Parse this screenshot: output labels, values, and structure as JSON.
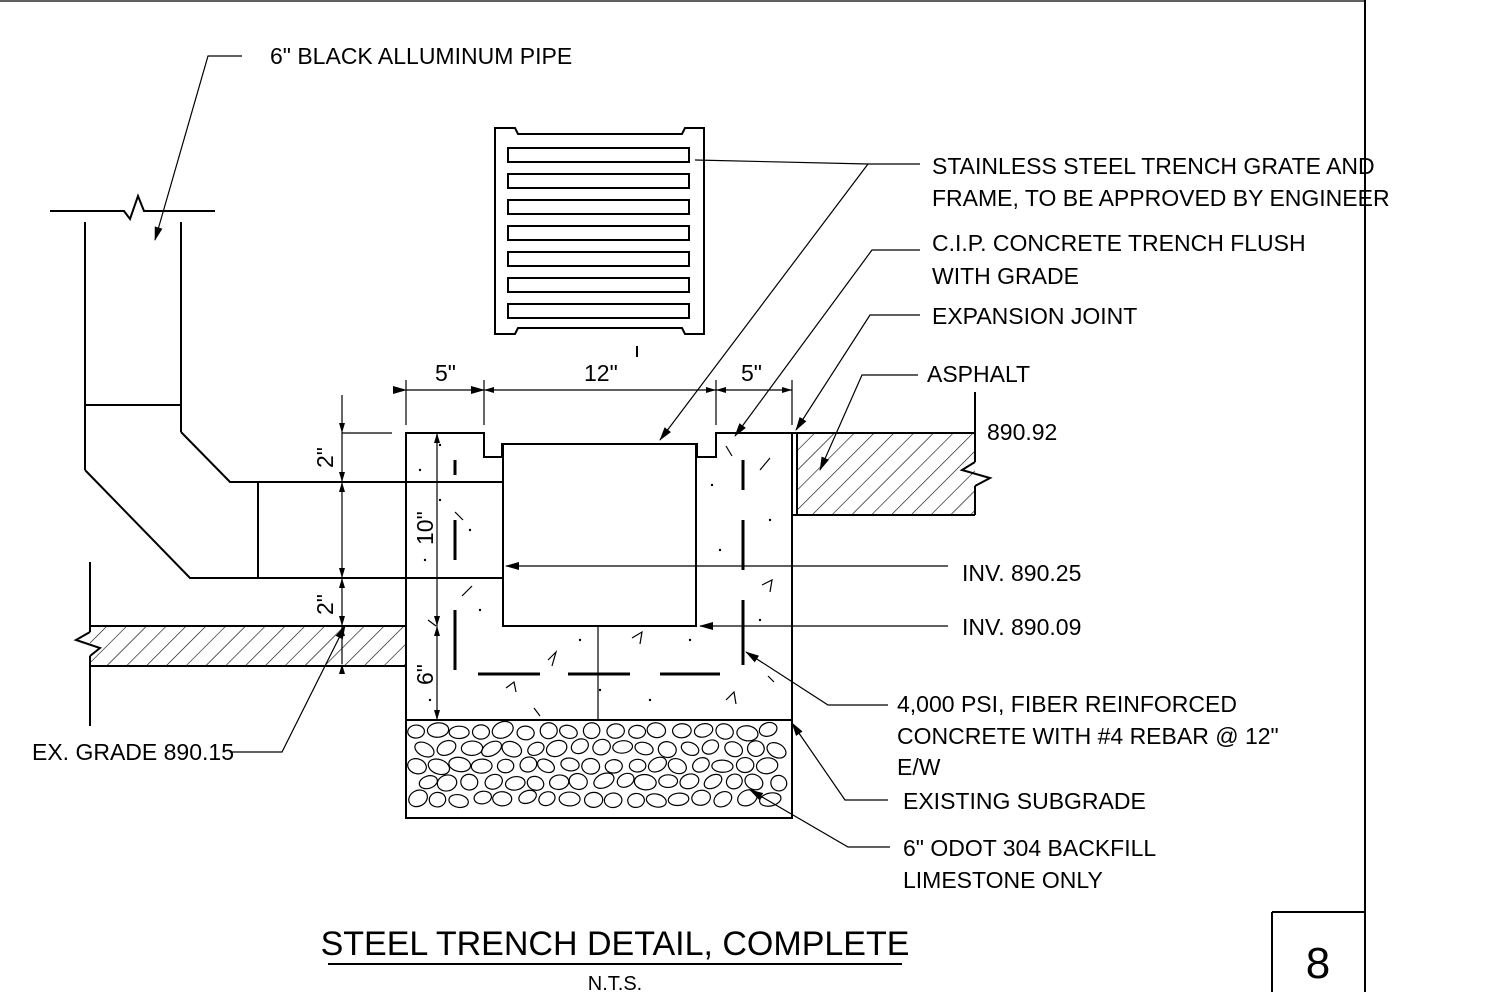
{
  "labels": {
    "pipe": "6\" BLACK ALLUMINUM PIPE",
    "grate_line1": "STAINLESS STEEL TRENCH GRATE AND",
    "grate_line2": "FRAME, TO BE APPROVED BY ENGINEER",
    "cip_line1": "C.I.P. CONCRETE TRENCH FLUSH",
    "cip_line2": "WITH GRADE",
    "expansion": "EXPANSION JOINT",
    "asphalt": "ASPHALT",
    "asphalt_elev": "890.92",
    "inv_upper": "INV. 890.25",
    "inv_lower": "INV. 890.09",
    "concrete_line1": "4,000 PSI, FIBER REINFORCED",
    "concrete_line2": "CONCRETE WITH #4 REBAR @ 12\"",
    "concrete_line3": "E/W",
    "subgrade": "EXISTING SUBGRADE",
    "backfill_line1": "6\" ODOT 304 BACKFILL",
    "backfill_line2": "LIMESTONE ONLY",
    "ex_grade": "EX. GRADE 890.15"
  },
  "dimensions": {
    "left_wall": "5\"",
    "trench_width": "12\"",
    "right_wall": "5\"",
    "top_offset": "2\"",
    "depth": "10\"",
    "pipe_offset": "2\"",
    "base": "6\""
  },
  "title": {
    "main": "STEEL TRENCH  DETAIL, COMPLETE",
    "scale": "N.T.S."
  },
  "sheet_number": "8"
}
